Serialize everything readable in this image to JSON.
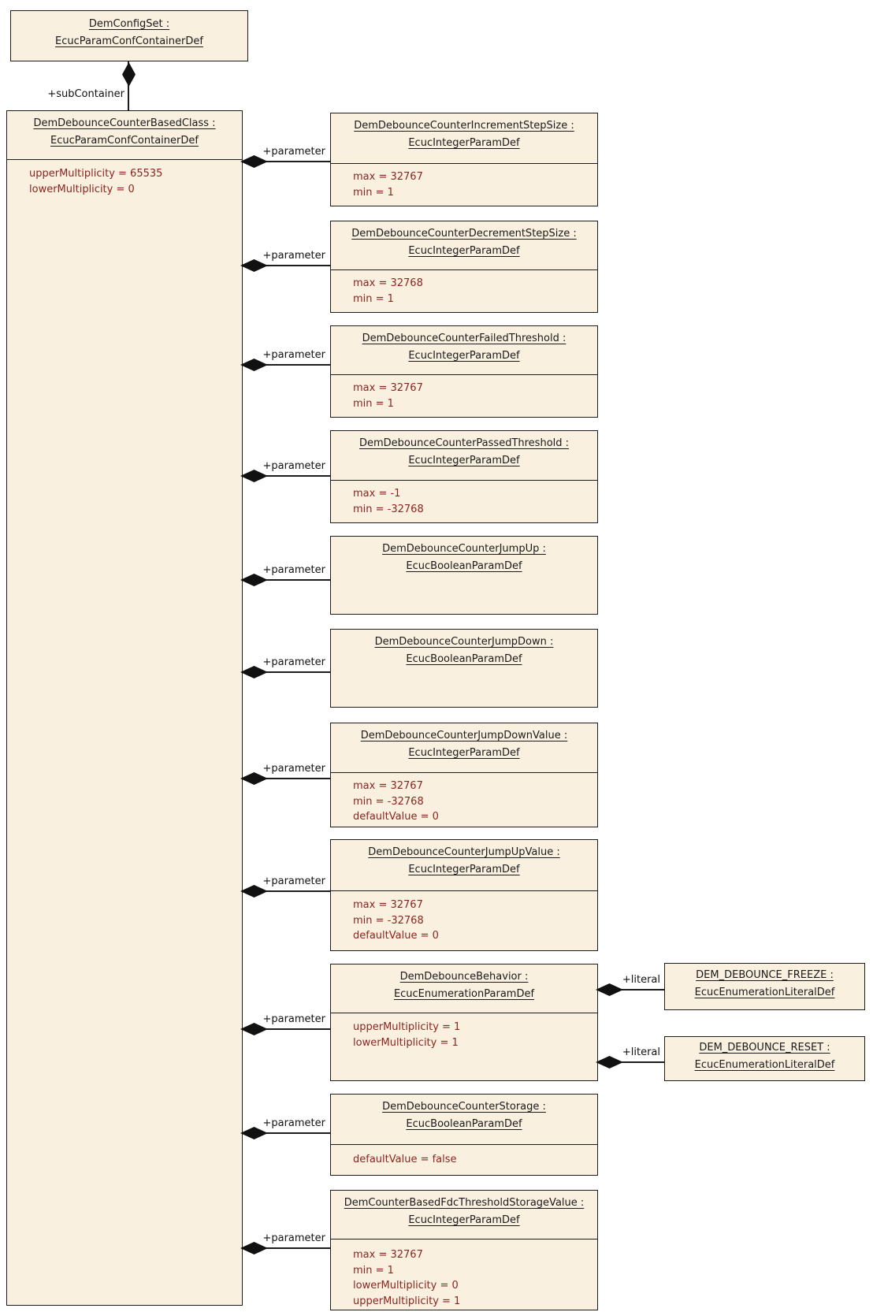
{
  "diagram": {
    "labels": {
      "sub_container": "+subContainer",
      "parameter": "+parameter",
      "literal": "+literal"
    },
    "config_set": {
      "name": "DemConfigSet :",
      "type": "EcucParamConfContainerDef"
    },
    "container": {
      "name": "DemDebounceCounterBasedClass :",
      "type": "EcucParamConfContainerDef",
      "attributes": [
        "upperMultiplicity = 65535",
        "lowerMultiplicity = 0"
      ]
    },
    "parameters": [
      {
        "name": "DemDebounceCounterIncrementStepSize :",
        "type": "EcucIntegerParamDef",
        "attributes": [
          "max = 32767",
          "min = 1"
        ]
      },
      {
        "name": "DemDebounceCounterDecrementStepSize :",
        "type": "EcucIntegerParamDef",
        "attributes": [
          "max = 32768",
          "min = 1"
        ]
      },
      {
        "name": "DemDebounceCounterFailedThreshold :",
        "type": "EcucIntegerParamDef",
        "attributes": [
          "max = 32767",
          "min = 1"
        ]
      },
      {
        "name": "DemDebounceCounterPassedThreshold :",
        "type": "EcucIntegerParamDef",
        "attributes": [
          "max = -1",
          "min = -32768"
        ]
      },
      {
        "name": "DemDebounceCounterJumpUp :",
        "type": "EcucBooleanParamDef",
        "attributes": []
      },
      {
        "name": "DemDebounceCounterJumpDown :",
        "type": "EcucBooleanParamDef",
        "attributes": []
      },
      {
        "name": "DemDebounceCounterJumpDownValue :",
        "type": "EcucIntegerParamDef",
        "attributes": [
          "max = 32767",
          "min = -32768",
          "defaultValue = 0"
        ]
      },
      {
        "name": "DemDebounceCounterJumpUpValue :",
        "type": "EcucIntegerParamDef",
        "attributes": [
          "max = 32767",
          "min = -32768",
          "defaultValue = 0"
        ]
      },
      {
        "name": "DemDebounceBehavior :",
        "type": "EcucEnumerationParamDef",
        "attributes": [
          "upperMultiplicity = 1",
          "lowerMultiplicity = 1"
        ]
      },
      {
        "name": "DemDebounceCounterStorage :",
        "type": "EcucBooleanParamDef",
        "attributes": [
          "defaultValue = false"
        ]
      },
      {
        "name": "DemCounterBasedFdcThresholdStorageValue :",
        "type": "EcucIntegerParamDef",
        "attributes": [
          "max = 32767",
          "min = 1",
          "lowerMultiplicity = 0",
          "upperMultiplicity = 1"
        ]
      }
    ],
    "literals": [
      {
        "name": "DEM_DEBOUNCE_FREEZE :",
        "type": "EcucEnumerationLiteralDef"
      },
      {
        "name": "DEM_DEBOUNCE_RESET :",
        "type": "EcucEnumerationLiteralDef"
      }
    ],
    "colors": {
      "box_fill": "#faf0e0",
      "border": "#1c1c1c",
      "attribute_text": "#8b2520",
      "title_text": "#1a1a1a"
    }
  }
}
